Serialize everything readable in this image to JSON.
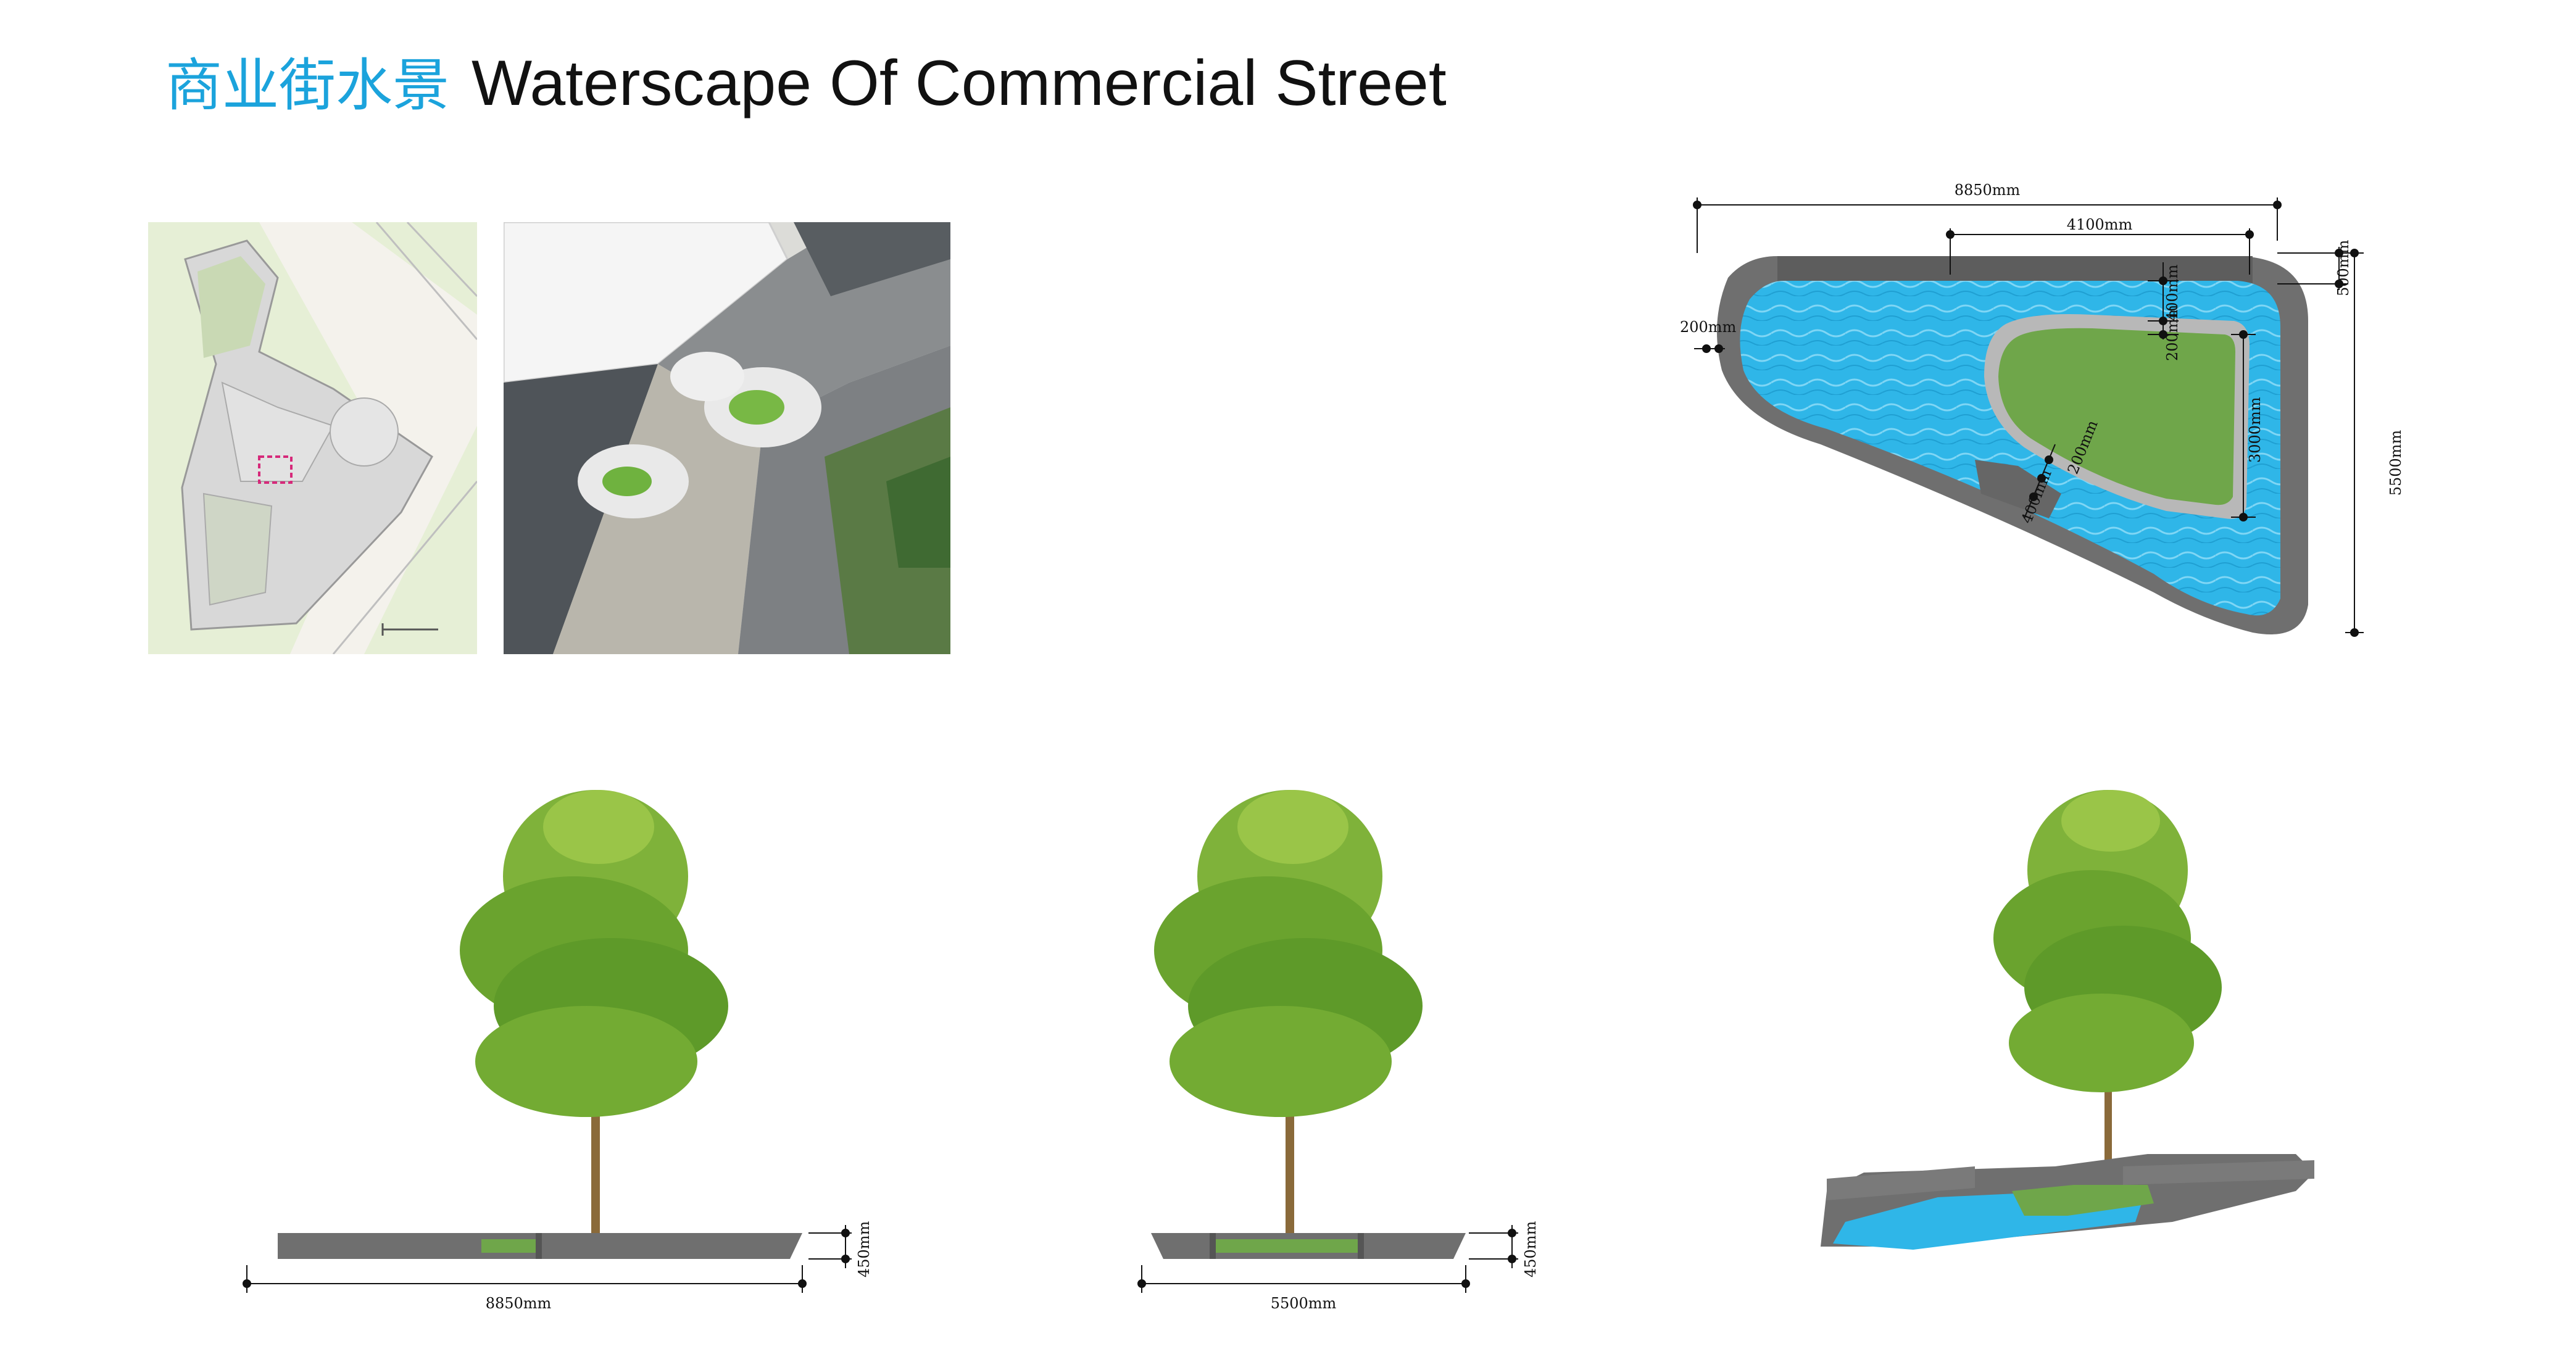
{
  "header": {
    "title_zh": "商业街水景",
    "title_en": "Waterscape Of Commercial Street"
  },
  "plan_dimensions": {
    "total_length": "8850mm",
    "inner_length": "4100mm",
    "top_offset": "500mm",
    "left_edge": "200mm",
    "right_depth": "5500mm",
    "island_gap_top": "400mm",
    "island_wall_top": "200mm",
    "island_height": "3000mm",
    "island_gap_diag": "400mm",
    "island_wall_diag": "200mm"
  },
  "elevation_long": {
    "length": "8850mm",
    "height": "450mm"
  },
  "elevation_short": {
    "length": "5500mm",
    "height": "450mm"
  },
  "colors": {
    "title_accent": "#1ba3dc",
    "water": "#2fb6e8",
    "planter_wall": "#6f6f6f",
    "lawn": "#6fa64a"
  }
}
